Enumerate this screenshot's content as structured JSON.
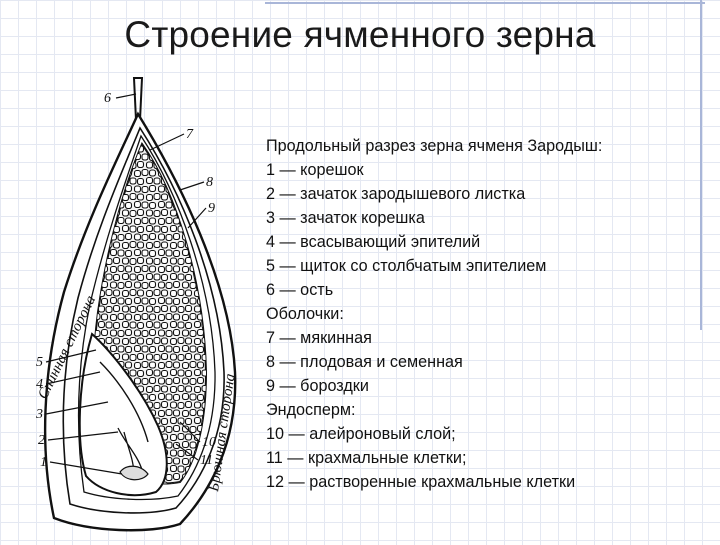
{
  "title": "Строение ячменного зерна",
  "diagram": {
    "side_labels": {
      "dorsal": "Спинная сторона",
      "ventral": "Брюшная сторона"
    },
    "callouts": [
      "6",
      "7",
      "8",
      "9",
      "5",
      "4",
      "3",
      "2",
      "1",
      "10",
      "11"
    ]
  },
  "caption": {
    "lines": [
      "Продольный разрез зерна ячменя Зародыш:",
      "1 — корешок",
      "2 — зачаток зародышевого листка",
      "3 — зачаток корешка",
      "4 — всасывающий эпителий",
      "5 — щиток со столбчатым эпителием",
      "6 — ость",
      "Оболочки:",
      "7 — мякинная",
      "8 — плодовая и семенная",
      "9 — бороздки",
      "Эндосперм:",
      "10 — алейроновый слой;",
      "11 — крахмальные клетки;",
      "12 — растворенные крахмальные клетки"
    ]
  }
}
